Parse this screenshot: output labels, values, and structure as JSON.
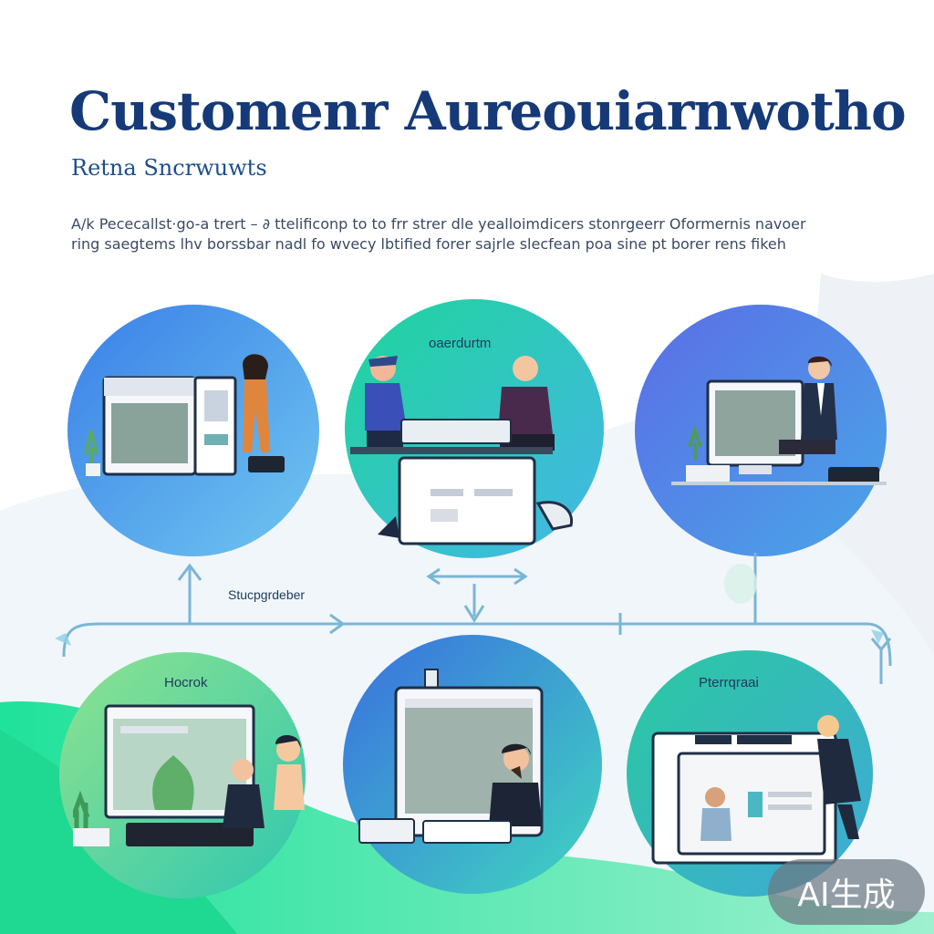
{
  "header": {
    "title": "Customenr Aureouiarnwotho",
    "subtitle": "Retna Sncrwuwts",
    "paragraph_line1": "A/k  Pececallst·go-a trert – ∂  ttelificonp to to frr strer dle yealloimdicers stonrgeerr Oformernis navoer",
    "paragraph_line2": "ring saegtems lhv borssbar nadl fo wvecy lbtified forer sajrle slecfean poa sine pt borer rens fikeh"
  },
  "scenes": {
    "top_middle_label": "oaerdurtm",
    "bottom_left_label": "Hocrok",
    "bottom_right_label": "Pterrqraai"
  },
  "flow": {
    "connector_label": "Stucpgrdeber"
  },
  "badge": {
    "label": "AI生成"
  },
  "colors": {
    "title": "#163a78",
    "accent_green": "#2fe39a",
    "accent_blue": "#3b82e6",
    "connector": "#7ab6d6"
  }
}
